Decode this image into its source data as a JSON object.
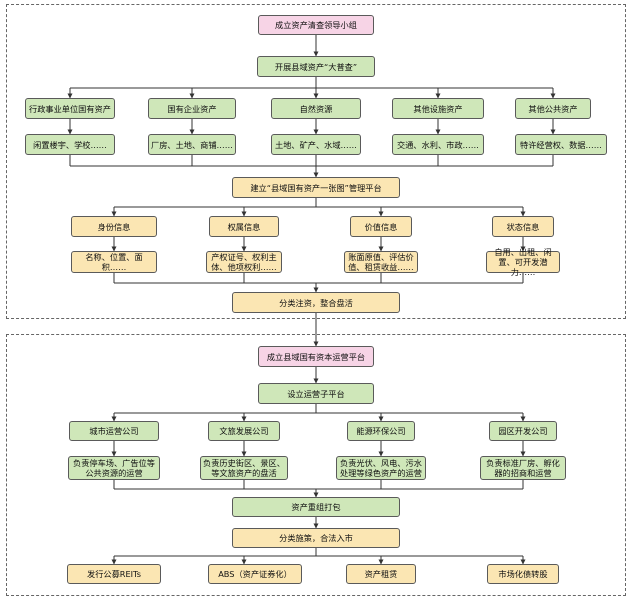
{
  "top": {
    "leader_group": "成立资产清查领导小组",
    "census": "开展县域资产“大普查”",
    "categories": [
      {
        "title": "行政事业单位国有资产",
        "examples": "闲置楼宇、学校……"
      },
      {
        "title": "国有企业资产",
        "examples": "厂房、土地、商铺……"
      },
      {
        "title": "自然资源",
        "examples": "土地、矿产、水域……"
      },
      {
        "title": "其他设施资产",
        "examples": "交通、水利、市政……"
      },
      {
        "title": "其他公共资产",
        "examples": "特许经营权、数据……"
      }
    ],
    "one_map": "建立“县域国有资产一张图”管理平台",
    "info": [
      {
        "title": "身份信息",
        "detail": "名称、位置、面积……"
      },
      {
        "title": "权属信息",
        "detail": "产权证号、权利主体、他项权利……"
      },
      {
        "title": "价值信息",
        "detail": "账面原值、评估价值、租赁收益……"
      },
      {
        "title": "状态信息",
        "detail": "自用、出租、闲置、可开发潜力……"
      }
    ],
    "consolidate": "分类注资，整合盘活"
  },
  "bottom": {
    "platform": "成立县域国有资本运营平台",
    "sub_platform": "设立运营子平台",
    "companies": [
      {
        "title": "城市运营公司",
        "duty": "负责停车场、广告位等公共资源的运营"
      },
      {
        "title": "文旅发展公司",
        "duty": "负责历史街区、景区、等文旅资产的盘活"
      },
      {
        "title": "能源环保公司",
        "duty": "负责光伏、风电、污水处理等绿色资产的运营"
      },
      {
        "title": "园区开发公司",
        "duty": "负责标准厂房、孵化器的招商和运营"
      }
    ],
    "repackage": "资产重组打包",
    "classify": "分类施策，合法入市",
    "outcomes": [
      "发行公募REITs",
      "ABS（资产证券化）",
      "资产租赁",
      "市场化债转股"
    ]
  },
  "colors": {
    "pink": "#f7d4e6",
    "green": "#cfe7b9",
    "tan": "#fbe6b3",
    "line": "#333333"
  }
}
